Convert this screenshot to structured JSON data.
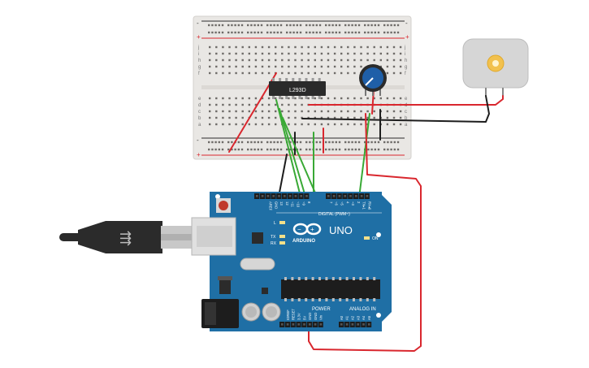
{
  "canvas": {
    "background": "#ffffff"
  },
  "breadboard": {
    "body_color": "#e9e7e4",
    "rail_red": "#d9272e",
    "rail_blue": "#2b2b2b",
    "row_letters_top": [
      "j",
      "i",
      "h",
      "g",
      "f"
    ],
    "row_letters_bottom": [
      "e",
      "d",
      "c",
      "b",
      "a"
    ],
    "plus_label": "+",
    "minus_label": "-"
  },
  "chip": {
    "label": "L293D",
    "color": "#2a2a2a"
  },
  "potentiometer": {
    "knob_color": "#1f5fa8"
  },
  "motor": {
    "body_color": "#d6d6d6",
    "shaft_color": "#f2c14e"
  },
  "arduino": {
    "board_color": "#1f6fa5",
    "brand": "ARDUINO",
    "model": "UNO",
    "digital_label": "DIGITAL (PWM~)",
    "power_label": "POWER",
    "analog_label": "ANALOG IN",
    "on_label": "ON",
    "led_labels": [
      "L",
      "TX",
      "RX"
    ],
    "digital_pin_labels": [
      "AREF",
      "GND",
      "13",
      "12",
      "~11",
      "~10",
      "~9",
      "8",
      "7",
      "~6",
      "~5",
      "4",
      "~3",
      "2",
      "TX▸1",
      "RX◂0"
    ],
    "power_pin_labels": [
      "IOREF",
      "RESET",
      "3.3V",
      "5V",
      "GND",
      "GND",
      "Vin"
    ],
    "analog_pin_labels": [
      "A0",
      "A1",
      "A2",
      "A3",
      "A4",
      "A5"
    ]
  },
  "usb": {
    "cable_color": "#2b2b2b",
    "plug_color": "#c8c8c8"
  },
  "wires": {
    "red": "#d9272e",
    "green": "#39a935",
    "black": "#1d1d1d"
  }
}
